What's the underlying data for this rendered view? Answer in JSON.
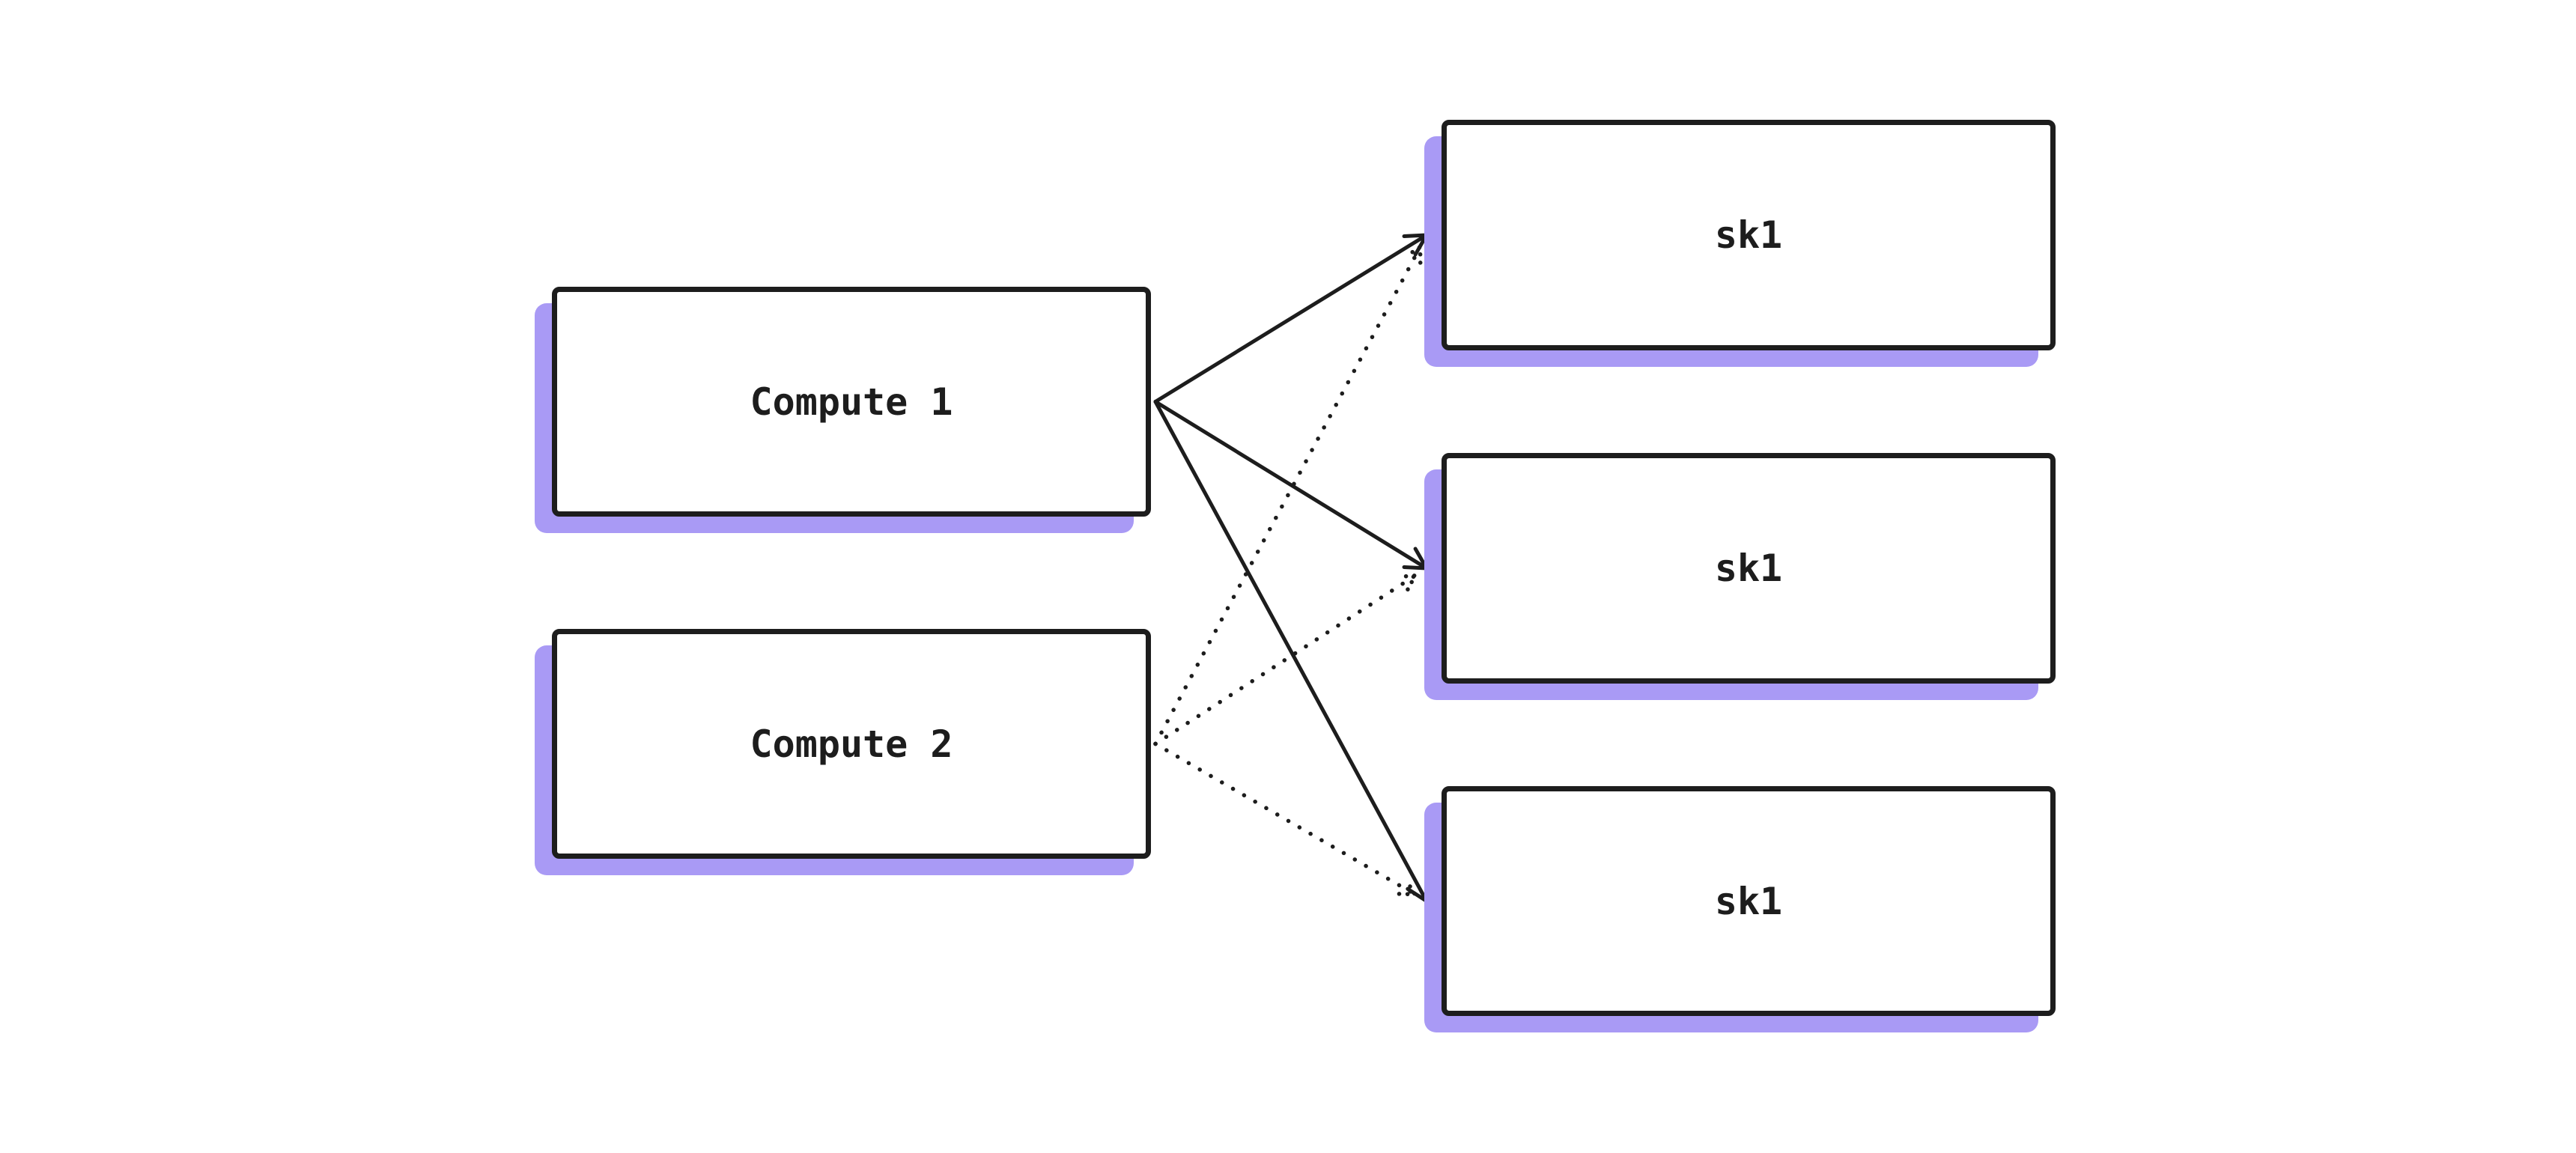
{
  "diagram": {
    "colors": {
      "background": "#ffffff",
      "stroke": "#1d1d1d",
      "node_fill": "#ffffff",
      "node_shadow": "#a99af5"
    },
    "nodes": [
      {
        "id": "compute-1",
        "label": "Compute 1"
      },
      {
        "id": "compute-2",
        "label": "Compute 2"
      },
      {
        "id": "sk1-top",
        "label": "sk1"
      },
      {
        "id": "sk1-middle",
        "label": "sk1"
      },
      {
        "id": "sk1-bottom",
        "label": "sk1"
      }
    ],
    "edges": [
      {
        "from": "compute-1",
        "to": "sk1-top",
        "style": "solid"
      },
      {
        "from": "compute-1",
        "to": "sk1-middle",
        "style": "solid"
      },
      {
        "from": "compute-1",
        "to": "sk1-bottom",
        "style": "solid"
      },
      {
        "from": "compute-2",
        "to": "sk1-top",
        "style": "dotted"
      },
      {
        "from": "compute-2",
        "to": "sk1-middle",
        "style": "dotted"
      },
      {
        "from": "compute-2",
        "to": "sk1-bottom",
        "style": "dotted"
      }
    ]
  }
}
